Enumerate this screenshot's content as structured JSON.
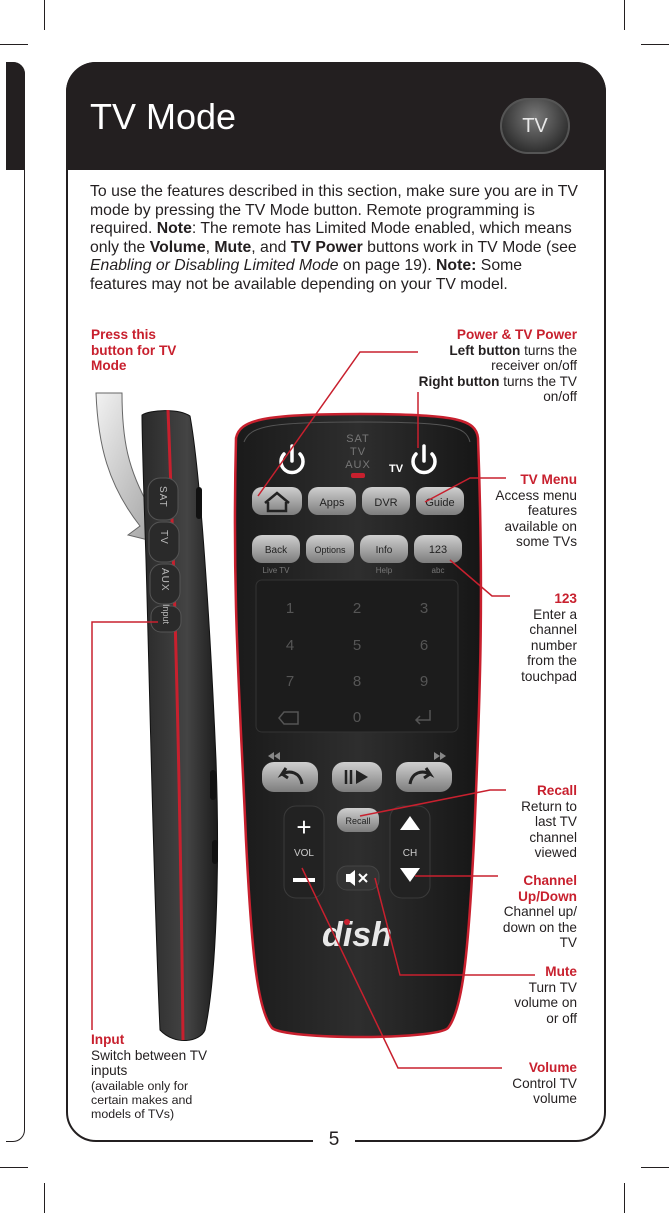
{
  "header": {
    "title": "TV Mode",
    "mode_badge": "TV"
  },
  "intro": {
    "p1": "To use the features described in this section, make sure you are in TV mode by pressing the TV Mode button. Remote programming is required. ",
    "note1_label": "Note",
    "p2": ": The remote has Limited Mode enabled, which means only the ",
    "volume_word": "Volume",
    "comma": ", ",
    "mute_word": "Mute",
    "and_text": ", and ",
    "tv_power_word": "TV Power",
    "p3": " buttons work in TV Mode (see ",
    "link_italic": "Enabling or Disabling Limited Mode",
    "p4": " on page 19).  ",
    "note2_label": "Note:",
    "p5": " Some features may not be available depending on your TV model."
  },
  "callouts": {
    "press_this": "Press this button for TV Mode",
    "power_title": "Power & TV Power",
    "power_left_bold": "Left button",
    "power_left_text": " turns the receiver on/off",
    "power_right_bold": "Right button",
    "power_right_text": " turns the TV on/off",
    "tv_menu_title": "TV Menu",
    "tv_menu_text": "Access menu features available on some TVs",
    "num_title": "123",
    "num_text": "Enter a channel number from the touchpad",
    "recall_title": "Recall",
    "recall_text": "Return to last TV channel viewed",
    "channel_title": "Channel Up/Down",
    "channel_text": "Channel up/ down on the TV",
    "mute_title": "Mute",
    "mute_text": "Turn TV volume on or off",
    "volume_title": "Volume",
    "volume_text": "Control TV volume",
    "input_title": "Input",
    "input_text": "Switch between TV inputs",
    "input_note": "(available only for certain makes and models of TVs)"
  },
  "remote": {
    "mode_labels": [
      "SAT",
      "TV",
      "AUX"
    ],
    "tv_power_label": "TV",
    "row1": [
      "Apps",
      "DVR",
      "Guide"
    ],
    "row2": [
      "Back",
      "Options",
      "Info",
      "123"
    ],
    "row2_sub": [
      "Live TV",
      "Help",
      "abc"
    ],
    "keypad": [
      "1",
      "2",
      "3",
      "4",
      "5",
      "6",
      "7",
      "8",
      "9",
      "0"
    ],
    "recall": "Recall",
    "vol": "VOL",
    "ch": "CH",
    "brand": "dish",
    "side_buttons": [
      "SAT",
      "TV",
      "AUX",
      "Input"
    ]
  },
  "page_number": "5",
  "colors": {
    "accent_red": "#c8202e",
    "dark": "#231f20"
  }
}
